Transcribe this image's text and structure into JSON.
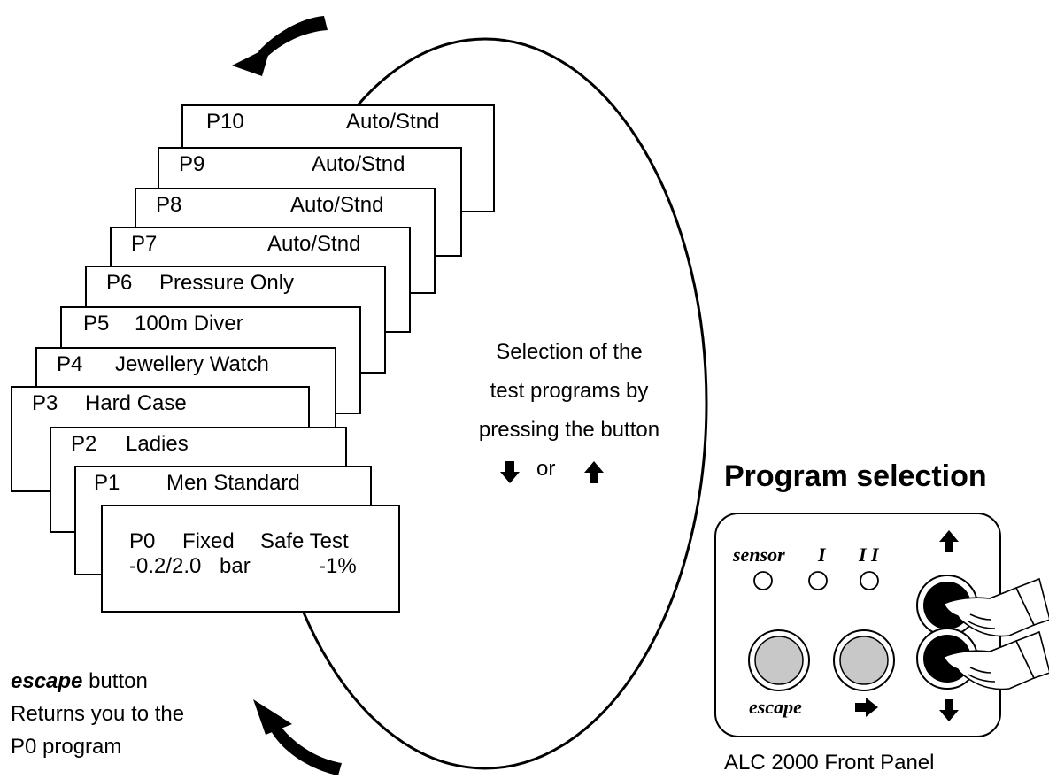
{
  "programs": [
    {
      "label": "P10",
      "mode": "Auto/Stnd"
    },
    {
      "label": "P9",
      "mode": "Auto/Stnd"
    },
    {
      "label": "P8",
      "mode": "Auto/Stnd"
    },
    {
      "label": "P7",
      "mode": "Auto/Stnd"
    },
    {
      "label": "P6",
      "mode": "Pressure Only"
    },
    {
      "label": "P5",
      "mode": "100m Diver"
    },
    {
      "label": "P4",
      "mode": "Jewellery Watch"
    },
    {
      "label": "P3",
      "mode": "Hard Case"
    },
    {
      "label": "P2",
      "mode": "Ladies"
    },
    {
      "label": "P1",
      "mode": "Men Standard"
    }
  ],
  "p0": {
    "line1": {
      "label": "P0",
      "mode": "Fixed",
      "type": "Safe Test"
    },
    "line2": {
      "range": "-0.2/2.0",
      "unit": "bar",
      "tolerance": "-1%"
    }
  },
  "selection_text": {
    "line1": "Selection of the",
    "line2": "test programs by",
    "line3": "pressing the button",
    "or": "or"
  },
  "escape_note": {
    "bold_word": "escape",
    "rest": " button",
    "line2": "Returns you to the",
    "line3": "P0 program"
  },
  "panel": {
    "title": "Program selection",
    "sensor_label": "sensor",
    "led_label_1": "I",
    "led_label_2": "I I",
    "escape_label": "escape",
    "caption": "ALC 2000 Front Panel",
    "icons": [
      "up-arrow-icon",
      "down-arrow-icon",
      "right-arrow-icon",
      "pointing-hand-icon"
    ]
  }
}
